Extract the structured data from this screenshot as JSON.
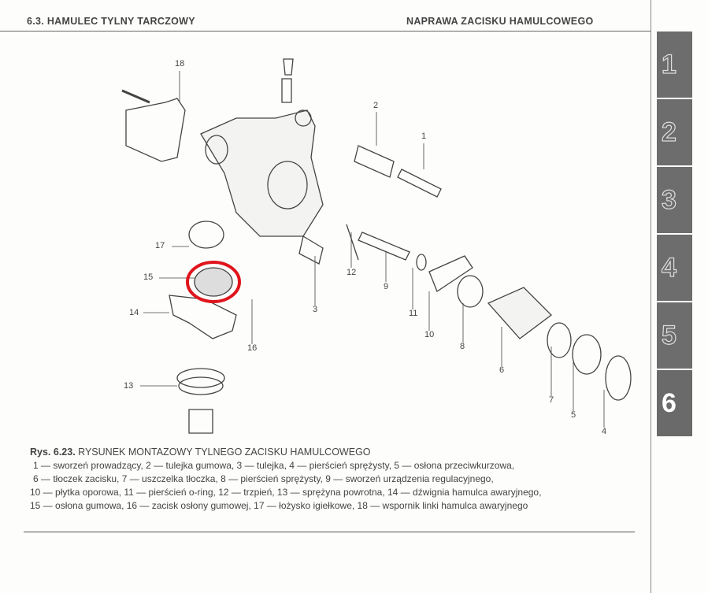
{
  "header": {
    "section": "6.3. HAMULEC TYLNY TARCZOWY",
    "topic": "NAPRAWA ZACISKU HAMULCOWEGO"
  },
  "tabs": [
    "1",
    "2",
    "3",
    "4",
    "5",
    "6"
  ],
  "active_tab": "6",
  "diagram_labels": [
    "18",
    "2",
    "1",
    "17",
    "15",
    "14",
    "12",
    "9",
    "3",
    "11",
    "16",
    "10",
    "8",
    "6",
    "13",
    "7",
    "5",
    "4"
  ],
  "highlight_color": "#e0141c",
  "caption": {
    "fig": "Rys. 6.23.",
    "title": "RYSUNEK MONTAZOWY TYLNEGO ZACISKU HAMULCOWEGO",
    "lines": [
      "1 — sworzeń prowadzący, 2 — tulejka gumowa, 3 — tulejka, 4 — pierścień sprężysty, 5 — osłona przeciwkurzowa,",
      "6 — tłoczek zacisku, 7 — uszczelka tłoczka, 8 — pierścień sprężysty, 9 — sworzeń urządzenia regulacyjnego,",
      "10 — płytka oporowa, 11 — pierścień o-ring, 12 — trzpień, 13 — sprężyna powrotna, 14 — dźwignia hamulca awaryjnego,",
      "15 — osłona gumowa, 16 — zacisk osłony gumowej, 17 — łożysko igiełkowe, 18 — wspornik linki hamulca awaryjnego"
    ]
  }
}
